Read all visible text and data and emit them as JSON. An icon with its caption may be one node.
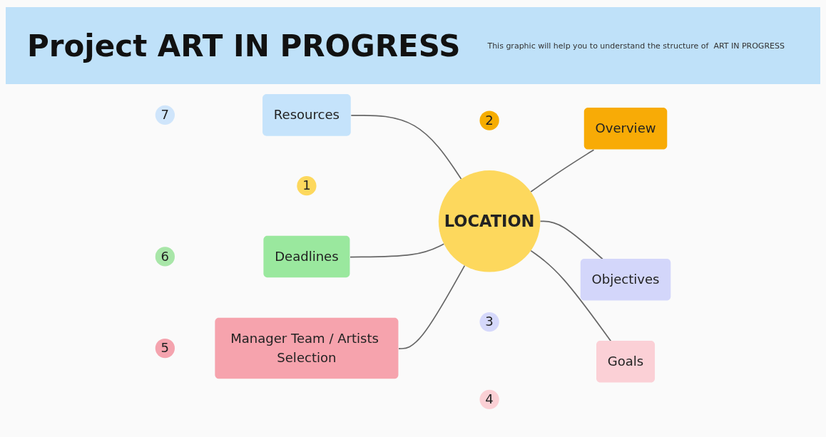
{
  "diagram": {
    "title": "Project ART IN PROGRESS",
    "nodes": [
      {
        "text": [
          "7"
        ]
      },
      {
        "text": [
          "Resources"
        ]
      },
      {
        "text": [
          "2"
        ]
      },
      {
        "text": [
          "Overview"
        ]
      },
      {
        "text": [
          "1"
        ]
      },
      {
        "text": [
          "LOCATION"
        ]
      },
      {
        "text": [
          "6"
        ]
      },
      {
        "text": [
          "Deadlines"
        ]
      },
      {
        "text": [
          "3"
        ]
      },
      {
        "text": [
          "Objectives"
        ]
      },
      {
        "text": [
          "5"
        ]
      },
      {
        "text": [
          "4"
        ]
      },
      {
        "text": [
          "Manager Team / Artists Selection"
        ]
      },
      {
        "text": [
          "Goals"
        ]
      }
    ],
    "edges": [
      {
        "from": 1,
        "to": 5,
        "arrow": "none"
      },
      {
        "from": 7,
        "to": 5,
        "arrow": "none"
      },
      {
        "from": 12,
        "to": 5,
        "arrow": "none"
      },
      {
        "from": 5,
        "to": 3,
        "arrow": "none"
      },
      {
        "from": 5,
        "to": 9,
        "arrow": "none"
      },
      {
        "from": 5,
        "to": 13,
        "arrow": "none"
      }
    ],
    "labels": [
      "This graphic will help you to understand the structure of  ART IN PROGRESS"
    ]
  }
}
